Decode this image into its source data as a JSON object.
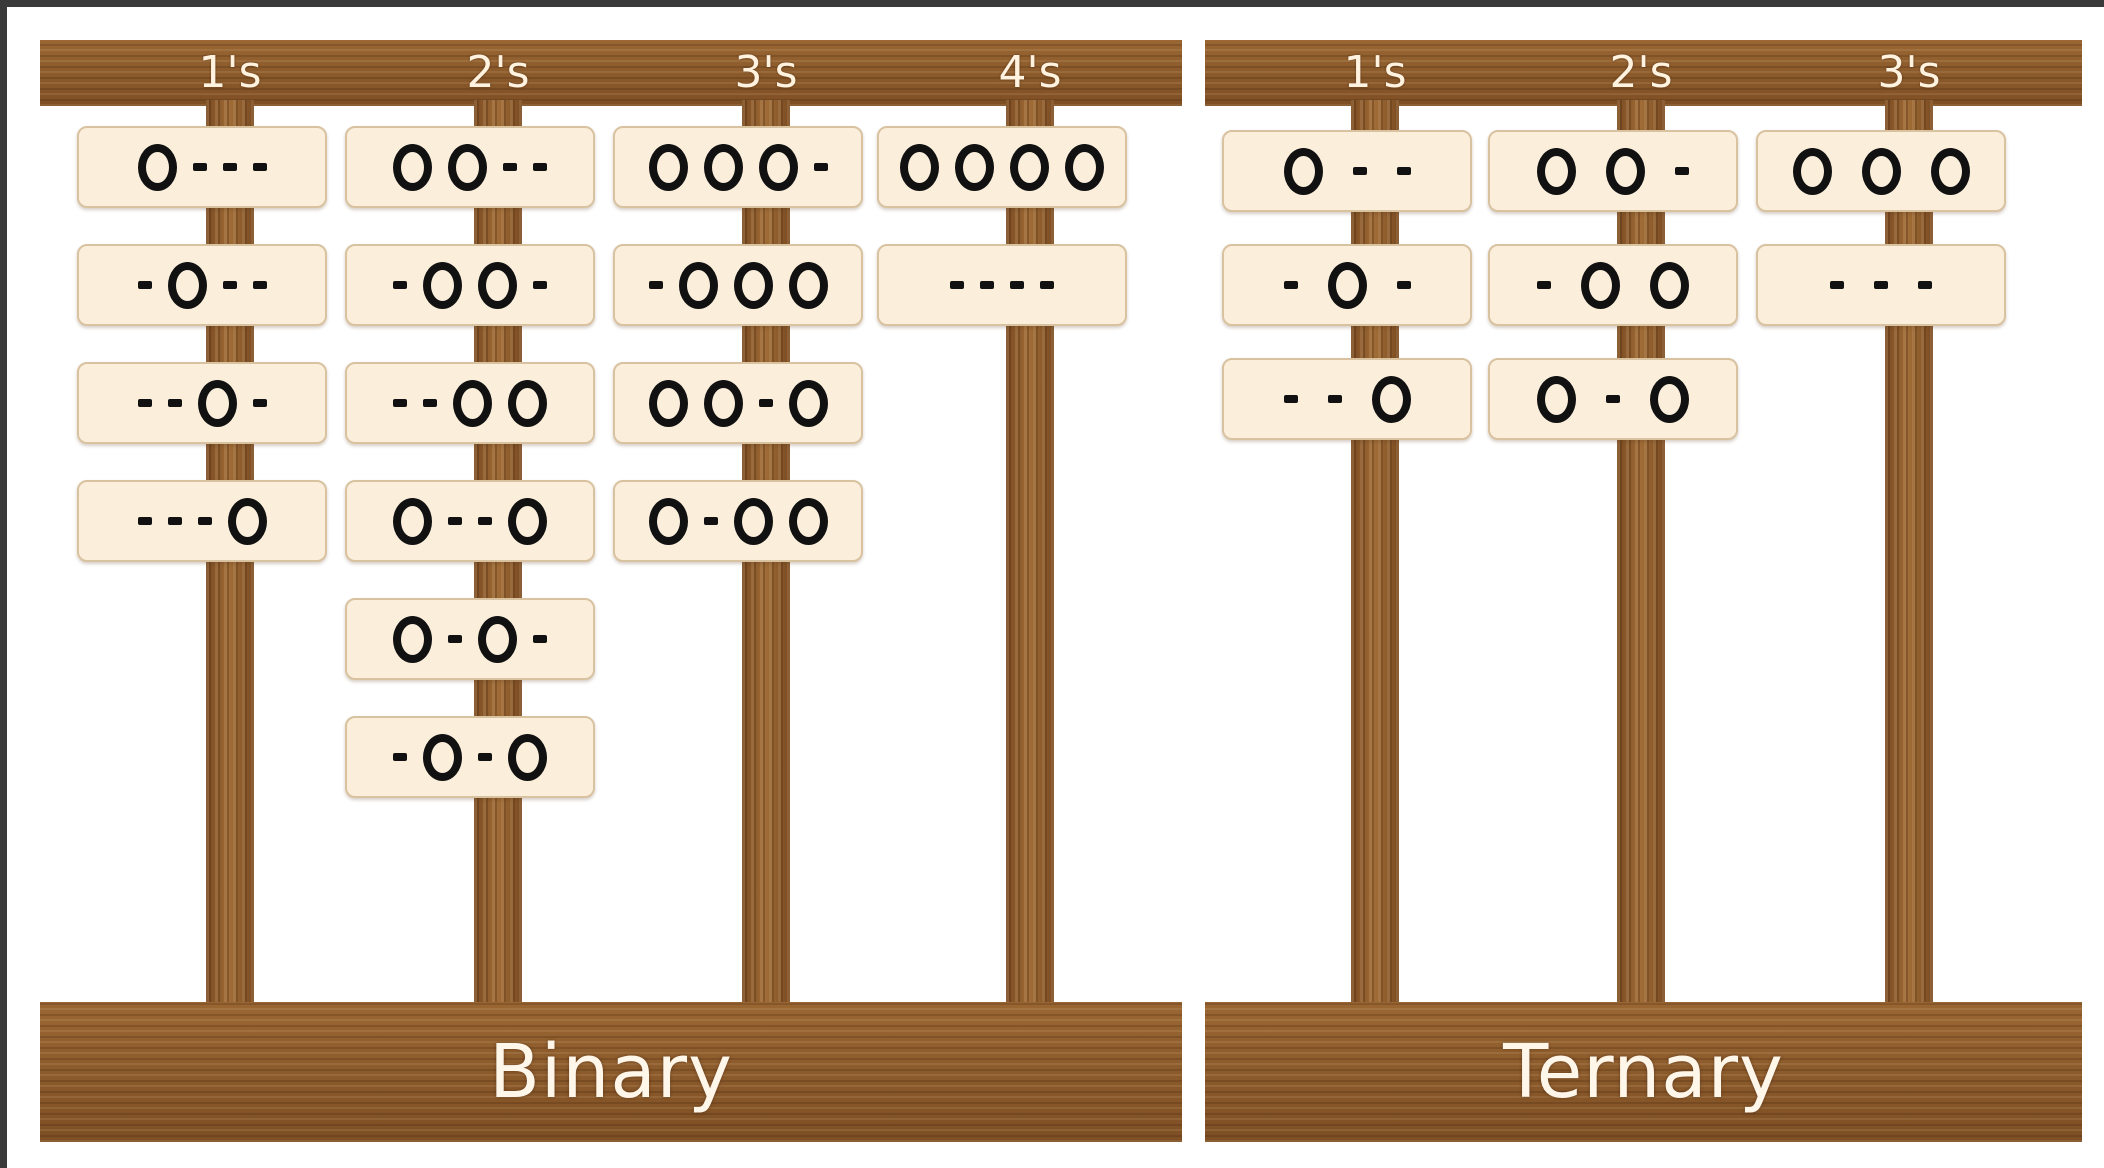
{
  "panels": [
    {
      "id": "binary",
      "label": "Binary",
      "columns": [
        {
          "label": "1's",
          "patterns": [
            "O---",
            "-O--",
            "--O-",
            "---O"
          ]
        },
        {
          "label": "2's",
          "patterns": [
            "OO--",
            "-OO-",
            "--OO",
            "O--O",
            "O-O-",
            "-O-O"
          ]
        },
        {
          "label": "3's",
          "patterns": [
            "OOO-",
            "-OOO",
            "OO-O",
            "O-OO"
          ]
        },
        {
          "label": "4's",
          "patterns": [
            "OOOO",
            "----"
          ]
        }
      ]
    },
    {
      "id": "ternary",
      "label": "Ternary",
      "columns": [
        {
          "label": "1's",
          "patterns": [
            "O--",
            "-O-",
            "--O"
          ]
        },
        {
          "label": "2's",
          "patterns": [
            "OO-",
            "-OO",
            "O-O"
          ]
        },
        {
          "label": "3's",
          "patterns": [
            "OOO",
            "---"
          ]
        }
      ]
    }
  ],
  "symbols": {
    "filled": "ring-icon",
    "empty": "dash-icon"
  },
  "colors": {
    "wood": "#8c5a2b",
    "card": "#fbefdc",
    "card_border": "#d9c2a0",
    "mark": "#111111",
    "label_text": "#fff3e0"
  }
}
